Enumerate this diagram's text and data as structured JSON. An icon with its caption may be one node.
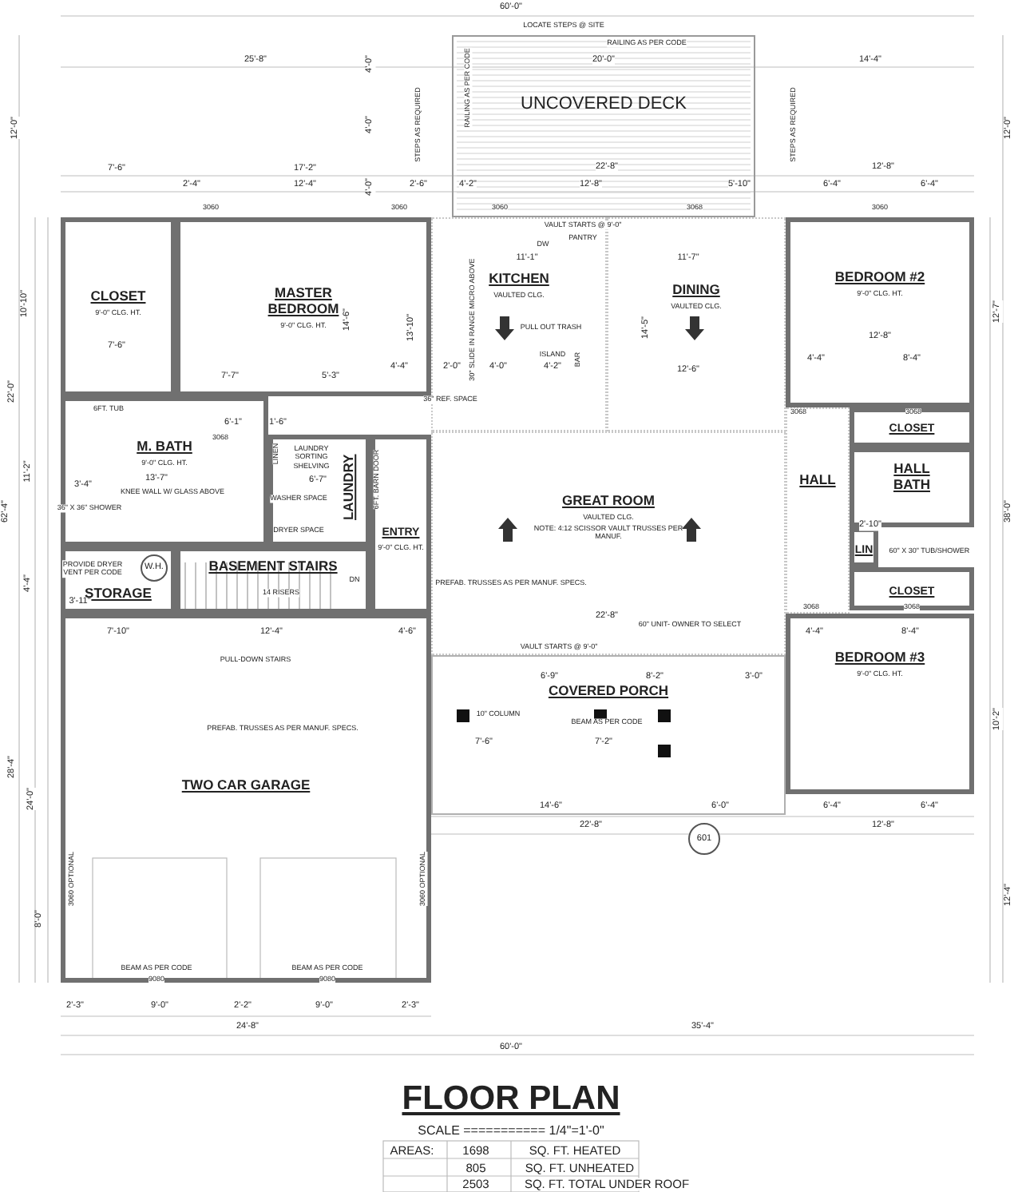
{
  "diagram": {
    "title": "FLOOR PLAN",
    "nodes": [
      {
        "text": [
          "UNCOVERED DECK"
        ]
      },
      {
        "text": [
          "CLOSET",
          "9'-0\" CLG. HT."
        ]
      },
      {
        "text": [
          "MASTER BEDROOM",
          "9'-0\" CLG. HT."
        ]
      },
      {
        "text": [
          "KITCHEN",
          "VAULTED CLG."
        ]
      },
      {
        "text": [
          "DINING",
          "VAULTED CLG."
        ]
      },
      {
        "text": [
          "BEDROOM #2",
          "9'-0\" CLG. HT."
        ]
      },
      {
        "text": [
          "M. BATH",
          "9'-0\" CLG. HT."
        ]
      },
      {
        "text": [
          "LAUNDRY"
        ]
      },
      {
        "text": [
          "ENTRY",
          "9'-0\" CLG. HT."
        ]
      },
      {
        "text": [
          "GREAT ROOM",
          "VAULTED CLG.",
          "NOTE: 4:12 SCISSOR VAULT TRUSSES PER MANUF."
        ]
      },
      {
        "text": [
          "CLOSET"
        ]
      },
      {
        "text": [
          "HALL"
        ]
      },
      {
        "text": [
          "HALL BATH"
        ]
      },
      {
        "text": [
          "LIN"
        ]
      },
      {
        "text": [
          "CLOSET"
        ]
      },
      {
        "text": [
          "BEDROOM #3",
          "9'-0\" CLG. HT."
        ]
      },
      {
        "text": [
          "STORAGE"
        ]
      },
      {
        "text": [
          "W.H."
        ],
        "in": 16
      },
      {
        "text": [
          "BASEMENT STAIRS"
        ]
      },
      {
        "text": [
          "TWO CAR GARAGE"
        ]
      },
      {
        "text": [
          "COVERED PORCH"
        ]
      },
      {
        "text": [
          "601"
        ]
      }
    ],
    "edges": [],
    "labels": [
      "60'-0\"",
      "LOCATE STEPS @ SITE",
      "RAILING AS PER CODE",
      "25'-8\"",
      "20'-0\"",
      "14'-4\"",
      "RAILING AS PER CODE",
      "STEPS AS REQUIRED",
      "STEPS AS REQUIRED",
      "12'-0\"",
      "12'-0\"",
      "7'-6\"",
      "17'-2\"",
      "22'-8\"",
      "12'-8\"",
      "2'-4\"",
      "12'-4\"",
      "2'-6\"",
      "4'-2\"",
      "12'-8\"",
      "5'-10\"",
      "6'-4\"",
      "6'-4\"",
      "3060",
      "3060",
      "3060",
      "3068",
      "3060",
      "VAULT STARTS @ 9'-0\"",
      "PANTRY",
      "DW",
      "11'-1\"",
      "11'-7\"",
      "4'-0\"",
      "4'-0\"",
      "4'-0\"",
      "10'-10\"",
      "7'-6\"",
      "14'-6\"",
      "13'-10\"",
      "30\" SLIDE IN RANGE MICRO ABOVE",
      "PULL OUT TRASH",
      "ISLAND",
      "4'-2\"",
      "BAR",
      "14'-5\"",
      "12'-6\"",
      "12'-8\"",
      "4'-4\"",
      "8'-4\"",
      "7'-7\"",
      "5'-3\"",
      "4'-4\"",
      "2'-0\"",
      "4'-0\"",
      "36\" REF. SPACE",
      "6FT. TUB",
      "22'-0\"",
      "6'-1\"",
      "1'-6\"",
      "3068",
      "3068",
      "3068",
      "LINEN",
      "LAUNDRY SORTING SHELVING",
      "13'-7\"",
      "KNEE WALL W/ GLASS ABOVE",
      "6'-7\"",
      "6FT. BARN DOOR",
      "3'-4\"",
      "11'-2\"",
      "WASHER SPACE",
      "36\" X 36\" SHOWER",
      "62'-4\"",
      "DRYER SPACE",
      "2'-10\"",
      "60\" X 30\" TUB/SHOWER",
      "38'-0\"",
      "12'-7\"",
      "PROVIDE DRYER VENT PER CODE",
      "4'-4\"",
      "14 RISERS",
      "DN",
      "PREFAB. TRUSSES AS PER MANUF. SPECS.",
      "3'-11\"",
      "3068",
      "3068",
      "22'-8\"",
      "60\" UNIT- OWNER TO SELECT",
      "7'-10\"",
      "12'-4\"",
      "4'-6\"",
      "4'-4\"",
      "8'-4\"",
      "VAULT STARTS @ 9'-0\"",
      "PULL-DOWN STAIRS",
      "6'-9\"",
      "8'-2\"",
      "3'-0\"",
      "10'-2\"",
      "10\" COLUMN",
      "BEAM AS PER CODE",
      "PREFAB. TRUSSES AS PER MANUF. SPECS.",
      "7'-6\"",
      "7'-2\"",
      "28'-4\"",
      "24'-0\"",
      "14'-6\"",
      "6'-0\"",
      "6'-4\"",
      "6'-4\"",
      "22'-8\"",
      "12'-8\"",
      "3060 OPTIONAL",
      "3060 OPTIONAL",
      "12'-4\"",
      "8'-0\"",
      "BEAM AS PER CODE",
      "9080",
      "BEAM AS PER CODE",
      "9080",
      "2'-3\"",
      "9'-0\"",
      "2'-2\"",
      "9'-0\"",
      "2'-3\"",
      "24'-8\"",
      "35'-4\"",
      "60'-0\"",
      "SCALE =========== 1/4\"=1'-0\"",
      "AREAS:",
      "1698",
      "SQ. FT. HEATED",
      "805",
      "SQ. FT. UNHEATED",
      "2503",
      "SQ. FT. TOTAL UNDER ROOF"
    ]
  }
}
